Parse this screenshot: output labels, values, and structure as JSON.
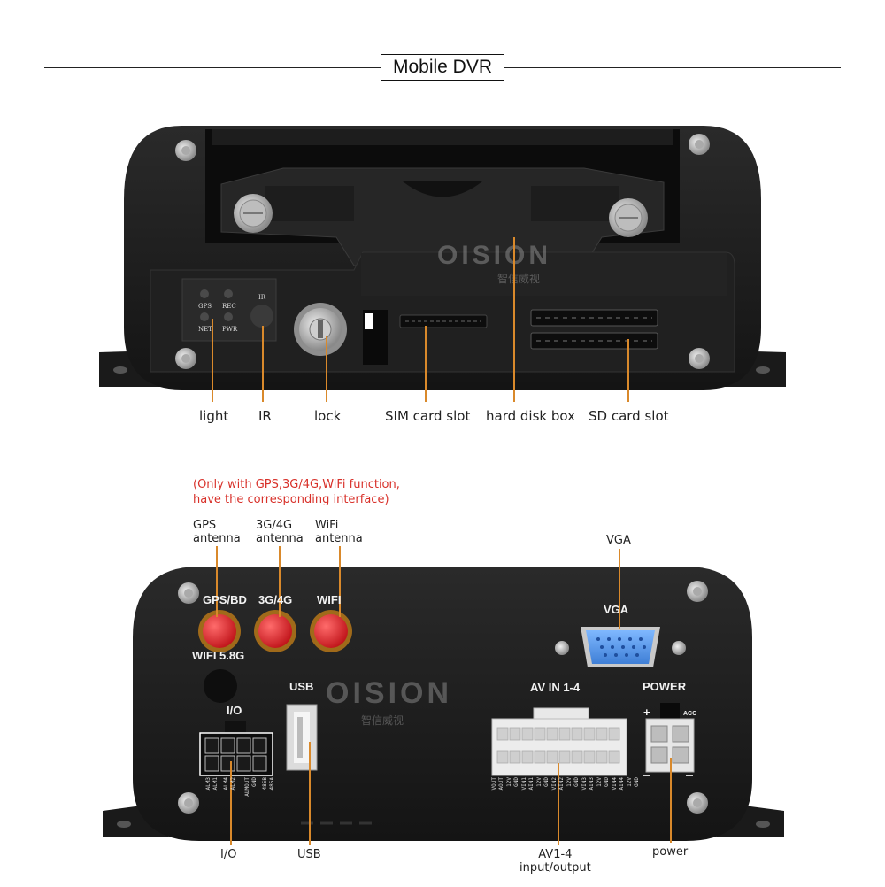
{
  "header": {
    "title": "Mobile DVR"
  },
  "front_panel": {
    "led_labels": [
      "GPS",
      "REC",
      "NET",
      "PWR"
    ],
    "ir_label": "IR",
    "callouts": {
      "light": "light",
      "ir": "IR",
      "lock": "lock",
      "sim": "SIM card slot",
      "hdd": "hard disk box",
      "sd": "SD card slot"
    }
  },
  "watermark": {
    "brand": "OISION",
    "sub": "智信威视"
  },
  "rear_panel": {
    "note_line1": "(Only with GPS,3G/4G,WiFi function,",
    "note_line2": "have the corresponding interface)",
    "antenna_top_labels": {
      "gps_line1": "GPS",
      "gps_line2": "antenna",
      "g3_line1": "3G/4G",
      "g3_line2": "antenna",
      "wifi_line1": "WiFi",
      "wifi_line2": "antenna",
      "vga": "VGA"
    },
    "silk": {
      "gps": "GPS/BD",
      "g3": "3G/4G",
      "wifi": "WIFI",
      "wifi58": "WIFI 5.8G",
      "vga": "VGA",
      "usb": "USB",
      "io": "I/O",
      "av": "AV IN 1-4",
      "power": "POWER",
      "plus": "+",
      "acc": "ACC",
      "minus": "—"
    },
    "io_pins": [
      "ALM3",
      "ALM1",
      "ALM4",
      "ALM2",
      "ALMOUT",
      "GND",
      "485B",
      "485A"
    ],
    "av_pins": [
      "VOUT",
      "AOUT",
      "12V",
      "GND",
      "VIN1",
      "AIN1",
      "12V",
      "GND",
      "VIN2",
      "AIN2",
      "12V",
      "GND",
      "VIN3",
      "AIN3",
      "12V",
      "GND",
      "VIN4",
      "AIN4",
      "12V",
      "GND"
    ],
    "callouts": {
      "io": "I/O",
      "usb": "USB",
      "av_line1": "AV1-4",
      "av_line2": "input/output",
      "power": "power"
    }
  },
  "colors": {
    "leader": "#d9892b",
    "note": "#d8312a",
    "antenna": "#e0272d"
  }
}
